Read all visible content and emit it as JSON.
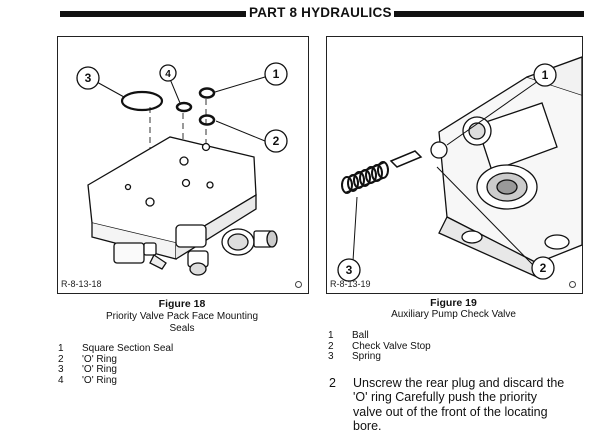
{
  "header": {
    "title": "PART 8 HYDRAULICS"
  },
  "figure18": {
    "ref_code": "R-8-13-18",
    "callouts": [
      "1",
      "2",
      "3",
      "4"
    ],
    "caption_title": "Figure 18",
    "caption_lines": [
      "Priority Valve Pack Face Mounting",
      "Seals"
    ],
    "legend": [
      {
        "num": "1",
        "text": "Square Section Seal"
      },
      {
        "num": "2",
        "text": "'O' Ring"
      },
      {
        "num": "3",
        "text": "'O' Ring"
      },
      {
        "num": "4",
        "text": "'O' Ring"
      }
    ]
  },
  "figure19": {
    "ref_code": "R-8-13-19",
    "callouts": [
      "1",
      "2",
      "3"
    ],
    "caption_title": "Figure 19",
    "caption_lines": [
      "Auxiliary Pump Check Valve"
    ],
    "legend": [
      {
        "num": "1",
        "text": "Ball"
      },
      {
        "num": "2",
        "text": "Check Valve Stop"
      },
      {
        "num": "3",
        "text": "Spring"
      }
    ]
  },
  "instruction": {
    "num": "2",
    "lines": [
      "Unscrew the rear plug and discard the",
      "'O' ring  Carefully push the priority",
      "valve out of the front of the locating",
      "bore."
    ]
  }
}
